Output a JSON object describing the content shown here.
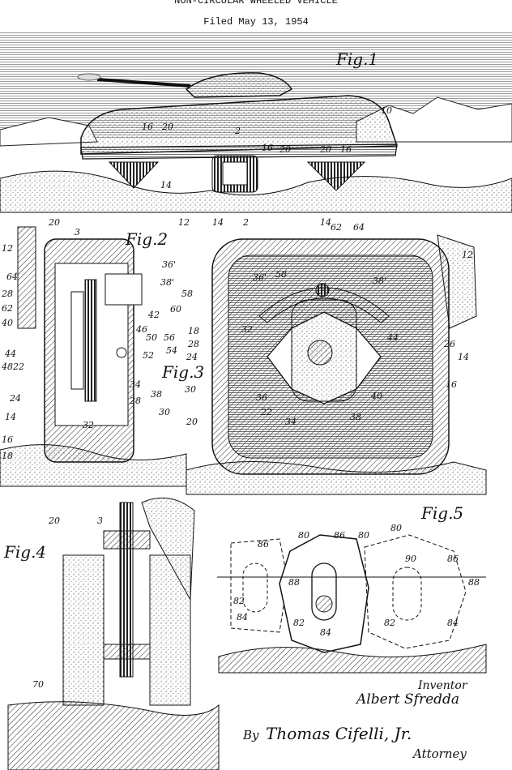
{
  "header": {
    "title": "NON-CIRCULAR WHEELED VEHICLE",
    "filed": "Filed May 13, 1954"
  },
  "figures": [
    {
      "id": "fig1",
      "label": "Fig.1"
    },
    {
      "id": "fig2",
      "label": "Fig.2"
    },
    {
      "id": "fig3",
      "label": "Fig.3"
    },
    {
      "id": "fig4",
      "label": "Fig.4"
    },
    {
      "id": "fig5",
      "label": "Fig.5"
    }
  ],
  "reference_numerals": {
    "fig1": [
      "10",
      "16",
      "20",
      "2",
      "16",
      "20",
      "20",
      "16",
      "14",
      "12",
      "14",
      "2",
      "14"
    ],
    "fig2": [
      "20",
      "3",
      "12",
      "36'",
      "64",
      "38'",
      "28",
      "58",
      "62",
      "42",
      "40",
      "60",
      "46",
      "44",
      "50",
      "56",
      "48",
      "22",
      "54",
      "52",
      "34",
      "38",
      "24",
      "28",
      "14",
      "30",
      "32",
      "16",
      "18",
      "20",
      "3"
    ],
    "fig3": [
      "62",
      "64",
      "12",
      "36'",
      "58",
      "38'",
      "18",
      "32",
      "44",
      "26",
      "28",
      "24",
      "14",
      "30",
      "16",
      "36",
      "40",
      "22",
      "38",
      "34",
      "20"
    ],
    "fig4": [
      "70"
    ],
    "fig5": [
      "80",
      "86",
      "80",
      "80",
      "86",
      "90",
      "86",
      "88",
      "88",
      "82",
      "84",
      "82",
      "84",
      "82",
      "84"
    ]
  },
  "inventor": {
    "heading": "Inventor",
    "name": "Albert Sfredda"
  },
  "attorney": {
    "by": "By",
    "name": "Thomas Cifelli, Jr.",
    "role": "Attorney"
  }
}
